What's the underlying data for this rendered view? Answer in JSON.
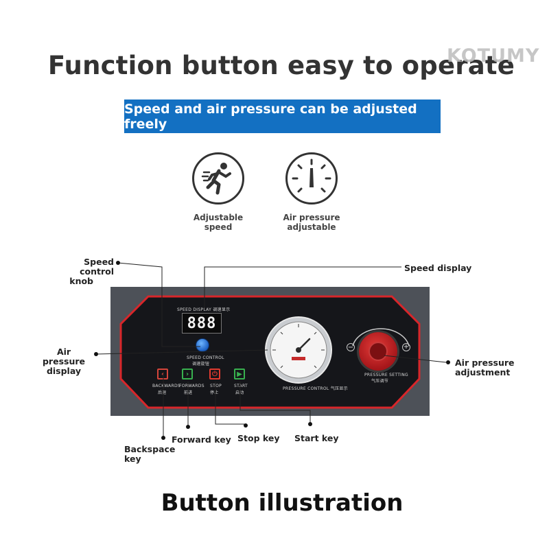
{
  "header": {
    "title": "Function button easy to operate",
    "brand": "KOTUMY"
  },
  "banner": {
    "text": "Speed and air pressure can be adjusted freely"
  },
  "features": [
    {
      "label_line1": "Adjustable",
      "label_line2": "speed",
      "icon": "running-person-icon"
    },
    {
      "label_line1": "Air pressure",
      "label_line2": "adjustable",
      "icon": "gauge-icon"
    }
  ],
  "callouts": {
    "speed_knob_line1": "Speed control",
    "speed_knob_line2": "knob",
    "speed_display": "Speed display",
    "air_display_line1": "Air pressure",
    "air_display_line2": "display",
    "air_adjust_line1": "Air pressure",
    "air_adjust_line2": "adjustment",
    "backspace_line1": "Backspace",
    "backspace_line2": "key",
    "forward": "Forward key",
    "stop": "Stop key",
    "start": "Start key"
  },
  "panel": {
    "speed_display_label": "SPEED DISPLAY  调速显示",
    "digits": "888",
    "speed_control_label_1": "SPEED CONTROL",
    "speed_control_label_2": "调速旋钮",
    "keys": [
      {
        "en": "BACKWARDS",
        "cn": "后退",
        "glyph": "‹",
        "color": "#d6453b"
      },
      {
        "en": "FORWARDS",
        "cn": "前进",
        "glyph": "›",
        "color": "#38b14f"
      },
      {
        "en": "STOP",
        "cn": "停止",
        "glyph": "⏻",
        "color": "#e23b2f"
      },
      {
        "en": "START",
        "cn": "启动",
        "glyph": "▶",
        "color": "#38b14f"
      }
    ],
    "pressure_control_label": "PRESSURE CONTROL  气压显示",
    "pressure_setting_label_1": "PRESSURE SETTING",
    "pressure_setting_label_2": "气压调节",
    "minus": "−",
    "plus": "+"
  },
  "footer": {
    "title": "Button illustration"
  }
}
